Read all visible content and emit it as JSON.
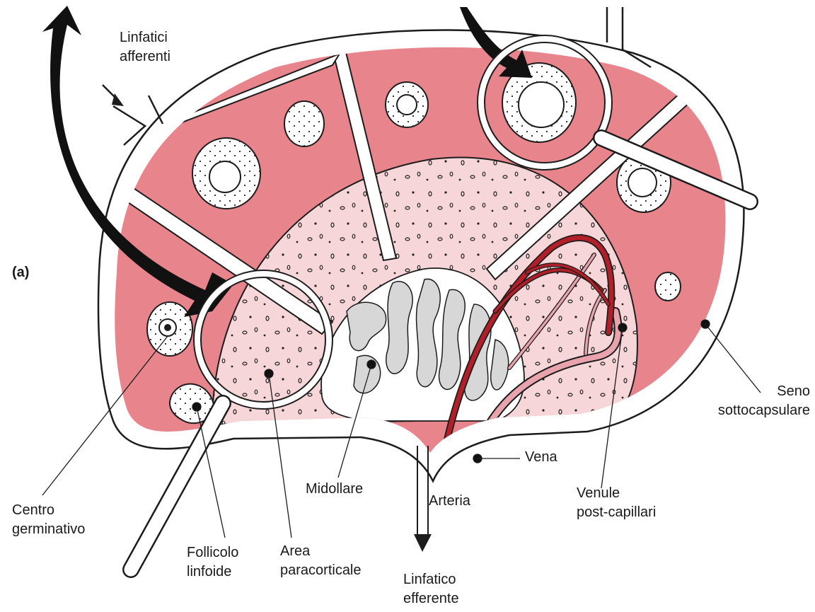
{
  "figure": {
    "panel_label": "(a)",
    "colors": {
      "cortex": "#e8848c",
      "paracortex": "#f7d6d9",
      "medulla": "#d7d7d7",
      "artery": "#b11f28",
      "vein": "#e9a3ad",
      "outline": "#1c1c1c",
      "sinus": "#ffffff"
    }
  },
  "labels": {
    "afferent_lymphatics": [
      "Linfatici",
      "afferenti"
    ],
    "germinal_center": [
      "Centro",
      "germinativo"
    ],
    "lymphoid_follicle": [
      "Follicolo",
      "linfoide"
    ],
    "paracortical_area": [
      "Area",
      "paracorticale"
    ],
    "medulla": "Midollare",
    "efferent_lymphatic": [
      "Linfatico",
      "efferente"
    ],
    "artery": "Arteria",
    "vein": "Vena",
    "post_capillary_venules": [
      "Venule",
      "post-capillari"
    ],
    "subcapsular_sinus": [
      "Seno",
      "sottocapsulare"
    ]
  }
}
